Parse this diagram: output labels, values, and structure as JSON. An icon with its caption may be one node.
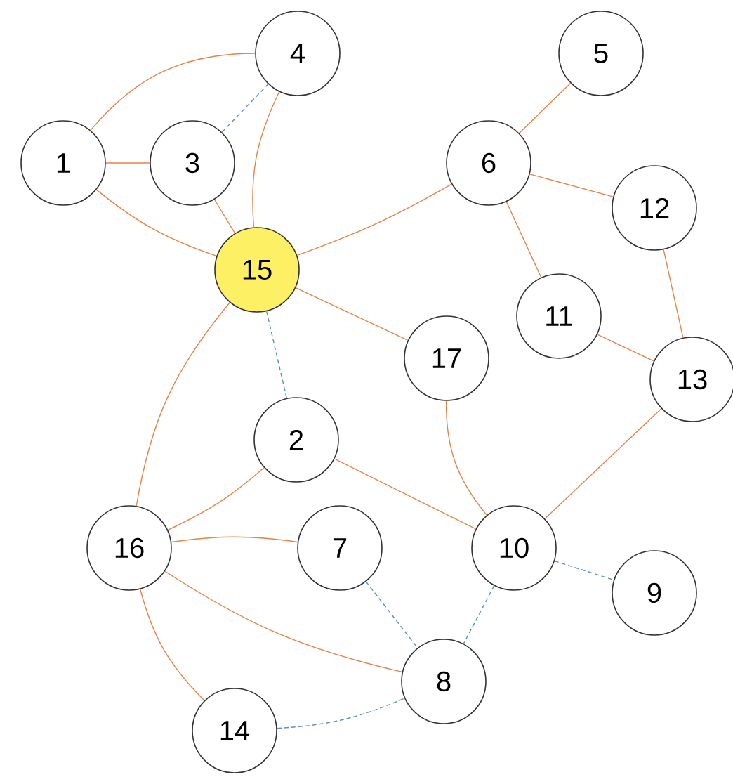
{
  "diagram": {
    "nodes": [
      {
        "text": [
          "1"
        ]
      },
      {
        "text": [
          "2"
        ]
      },
      {
        "text": [
          "3"
        ]
      },
      {
        "text": [
          "4"
        ]
      },
      {
        "text": [
          "5"
        ]
      },
      {
        "text": [
          "6"
        ]
      },
      {
        "text": [
          "7"
        ]
      },
      {
        "text": [
          "8"
        ]
      },
      {
        "text": [
          "9"
        ]
      },
      {
        "text": [
          "10"
        ]
      },
      {
        "text": [
          "11"
        ]
      },
      {
        "text": [
          "12"
        ]
      },
      {
        "text": [
          "13"
        ]
      },
      {
        "text": [
          "14"
        ]
      },
      {
        "text": [
          "15"
        ]
      },
      {
        "text": [
          "16"
        ]
      },
      {
        "text": [
          "17"
        ]
      }
    ],
    "edges": [
      {
        "from": 0,
        "to": 3,
        "arrow": "none"
      },
      {
        "from": 0,
        "to": 2,
        "arrow": "none"
      },
      {
        "from": 2,
        "to": 3,
        "arrow": "none",
        "style": "dashed",
        "color": "#5b8fc9"
      },
      {
        "from": 0,
        "to": 14,
        "arrow": "none"
      },
      {
        "from": 2,
        "to": 14,
        "arrow": "none"
      },
      {
        "from": 3,
        "to": 14,
        "arrow": "none"
      },
      {
        "from": 14,
        "to": 5,
        "arrow": "none"
      },
      {
        "from": 5,
        "to": 4,
        "arrow": "none"
      },
      {
        "from": 5,
        "to": 11,
        "arrow": "none"
      },
      {
        "from": 5,
        "to": 10,
        "arrow": "none"
      },
      {
        "from": 11,
        "to": 12,
        "arrow": "none"
      },
      {
        "from": 10,
        "to": 12,
        "arrow": "none"
      },
      {
        "from": 14,
        "to": 16,
        "arrow": "none"
      },
      {
        "from": 14,
        "to": 1,
        "arrow": "none",
        "style": "dashed",
        "color": "#5b8fc9"
      },
      {
        "from": 14,
        "to": 15,
        "arrow": "none"
      },
      {
        "from": 16,
        "to": 9,
        "arrow": "none"
      },
      {
        "from": 12,
        "to": 9,
        "arrow": "none"
      },
      {
        "from": 1,
        "to": 15,
        "arrow": "none"
      },
      {
        "from": 1,
        "to": 9,
        "arrow": "none"
      },
      {
        "from": 15,
        "to": 6,
        "arrow": "none"
      },
      {
        "from": 15,
        "to": 7,
        "arrow": "none"
      },
      {
        "from": 15,
        "to": 13,
        "arrow": "none"
      },
      {
        "from": 6,
        "to": 7,
        "arrow": "none",
        "style": "dashed",
        "color": "#5b8fc9"
      },
      {
        "from": 9,
        "to": 7,
        "arrow": "none",
        "style": "dashed",
        "color": "#5b8fc9"
      },
      {
        "from": 9,
        "to": 8,
        "arrow": "none",
        "style": "dashed",
        "color": "#5b8fc9"
      },
      {
        "from": 13,
        "to": 7,
        "arrow": "none",
        "style": "dashed",
        "color": "#5b8fc9"
      }
    ]
  }
}
